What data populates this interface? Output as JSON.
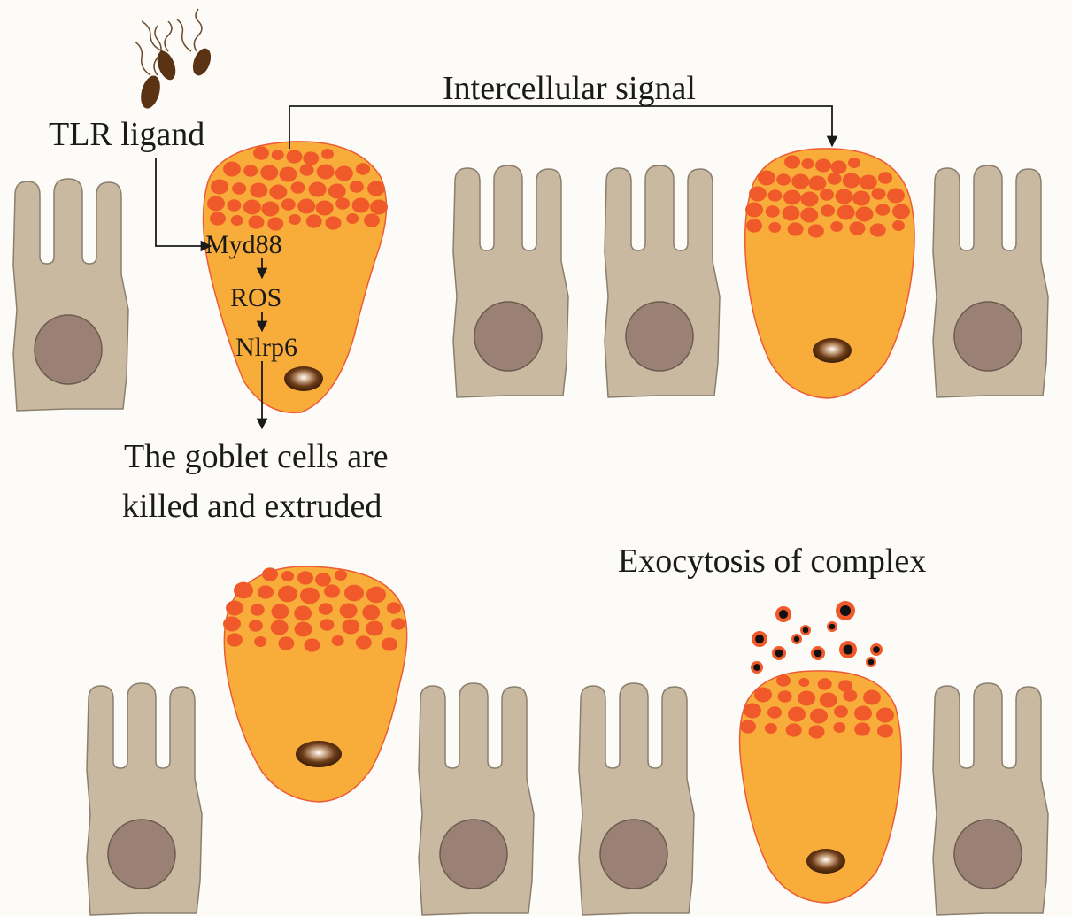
{
  "labels": {
    "tlr_ligand": "TLR ligand",
    "intercellular_signal": "Intercellular signal",
    "pathway": [
      "Myd88",
      "ROS",
      "Nlrp6"
    ],
    "outcome_line1": "The goblet cells are",
    "outcome_line2": "killed and extruded",
    "exocytosis": "Exocytosis of complex"
  },
  "colors": {
    "background": "#fcfbf8",
    "enterocyte_fill": "#c8b9a0",
    "enterocyte_nucleus": "#9b8175",
    "goblet_fill": "#f8ad3a",
    "goblet_outline": "#ec5a36",
    "mucus_granule": "#f05a2a",
    "bacterium": "#5a3214",
    "arrow": "#1a1a1a"
  }
}
